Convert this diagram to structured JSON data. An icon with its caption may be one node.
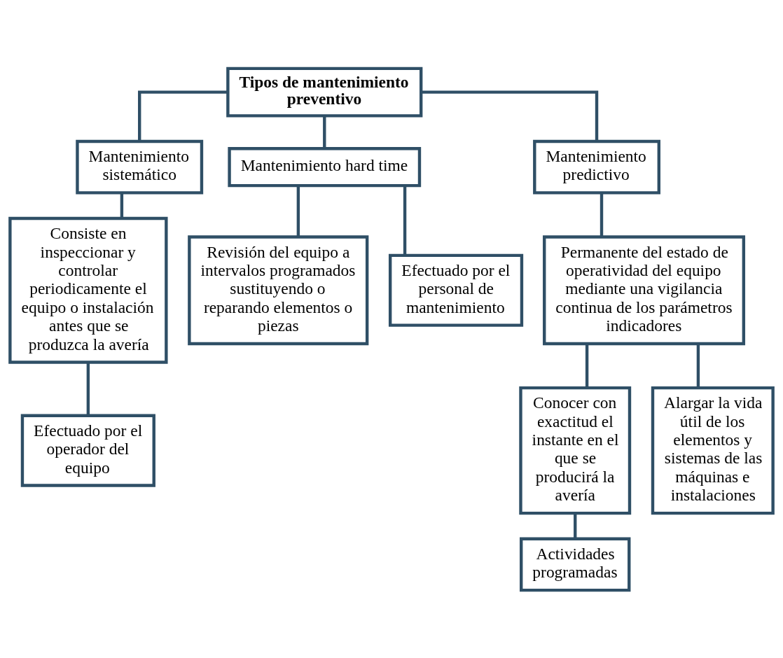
{
  "diagram": {
    "nodes": [
      {
        "text": [
          "Tipos de mantenimiento preventivo"
        ]
      },
      {
        "text": [
          "Mantenimiento sistemático"
        ]
      },
      {
        "text": [
          "Mantenimiento hard time"
        ]
      },
      {
        "text": [
          "Mantenimiento predictivo"
        ]
      },
      {
        "text": [
          "Consiste en inspeccionar y controlar periodicamente el equipo o instalación antes que se produzca la avería"
        ]
      },
      {
        "text": [
          "Efectuado por el operador del equipo"
        ]
      },
      {
        "text": [
          "Revisión del equipo a intervalos programados sustituyendo o reparando elementos o piezas"
        ]
      },
      {
        "text": [
          "Efectuado por el personal de mantenimiento"
        ]
      },
      {
        "text": [
          "Permanente del estado de operatividad del equipo mediante una vigilancia continua de los parámetros indicadores"
        ]
      },
      {
        "text": [
          "Conocer con exactitud el instante en el que se producirá la avería"
        ]
      },
      {
        "text": [
          "Alargar la vida útil de los elementos y sistemas de las máquinas e instalaciones"
        ]
      },
      {
        "text": [
          "Actividades programadas"
        ]
      }
    ],
    "edges": [
      {
        "from": 0,
        "to": 1,
        "arrow": "none"
      },
      {
        "from": 0,
        "to": 2,
        "arrow": "none"
      },
      {
        "from": 0,
        "to": 3,
        "arrow": "none"
      },
      {
        "from": 1,
        "to": 4,
        "arrow": "none"
      },
      {
        "from": 4,
        "to": 5,
        "arrow": "none"
      },
      {
        "from": 2,
        "to": 6,
        "arrow": "none"
      },
      {
        "from": 2,
        "to": 7,
        "arrow": "none"
      },
      {
        "from": 3,
        "to": 8,
        "arrow": "none"
      },
      {
        "from": 8,
        "to": 9,
        "arrow": "none"
      },
      {
        "from": 8,
        "to": 10,
        "arrow": "none"
      },
      {
        "from": 9,
        "to": 11,
        "arrow": "none"
      }
    ]
  }
}
